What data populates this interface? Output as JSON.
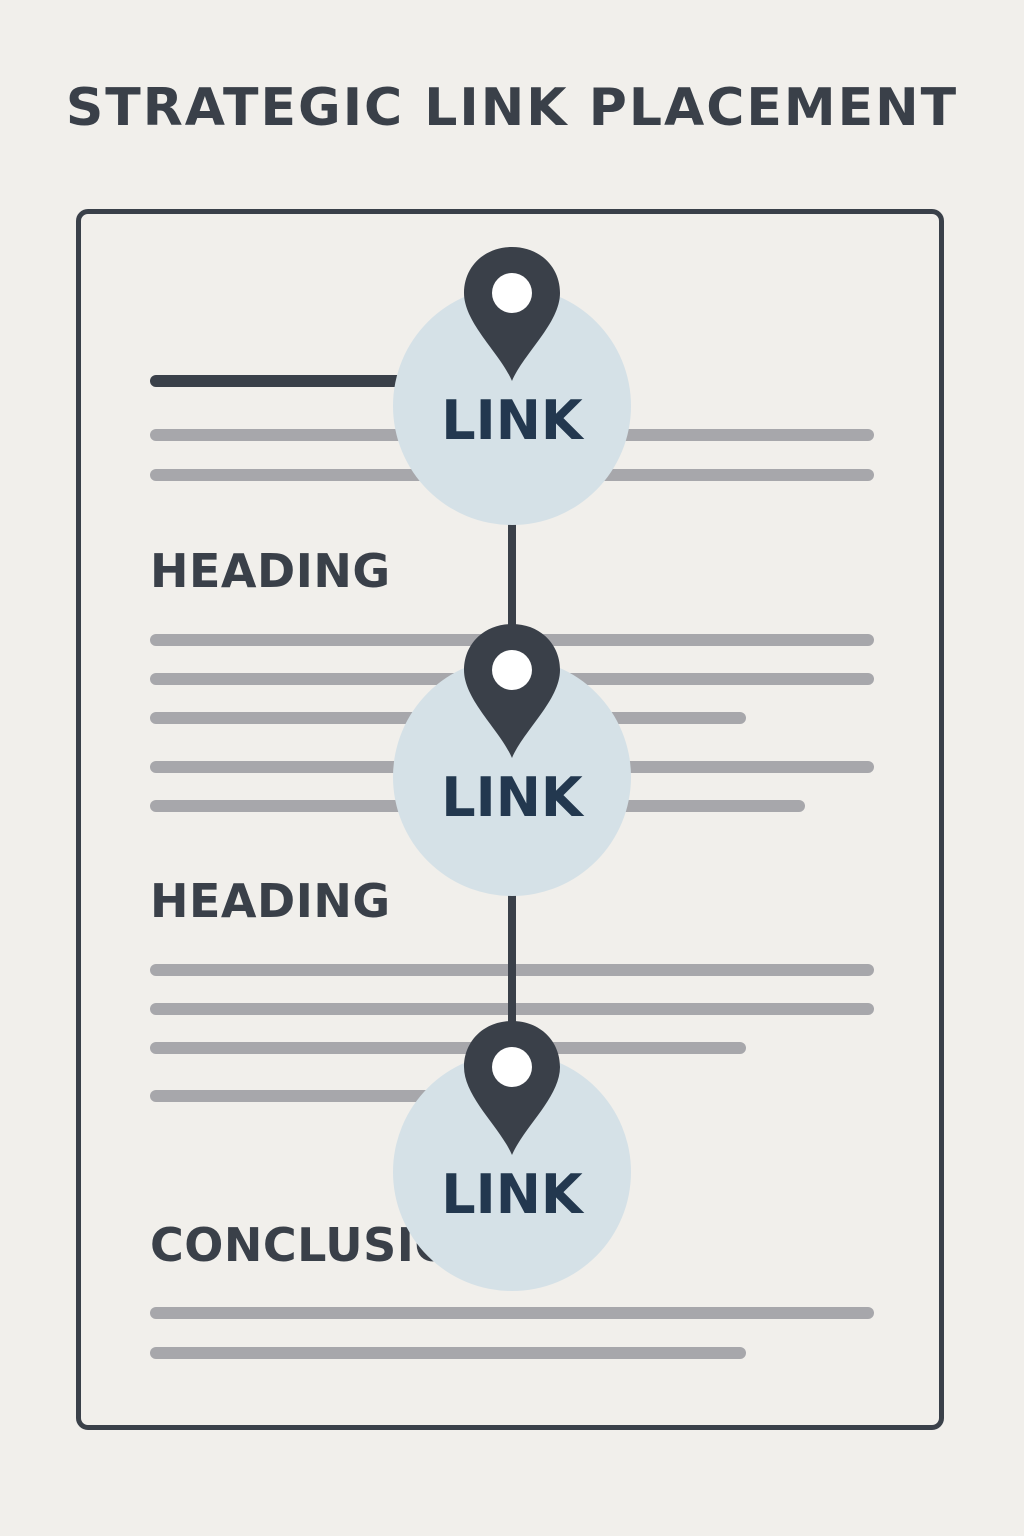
{
  "title": "STRATEGIC LINK PLACEMENT",
  "headings": [
    "HEADING",
    "HEADING",
    "CONCLUSION"
  ],
  "links": [
    {
      "label": "LINK",
      "icon": "map-pin-icon"
    },
    {
      "label": "LINK",
      "icon": "map-pin-icon"
    },
    {
      "label": "LINK",
      "icon": "map-pin-icon"
    }
  ],
  "colors": {
    "background": "#f1efeb",
    "ink": "#3a4049",
    "text_line": "#a7a7ab",
    "link_circle": "#d5e1e7",
    "link_text": "#23384f"
  }
}
